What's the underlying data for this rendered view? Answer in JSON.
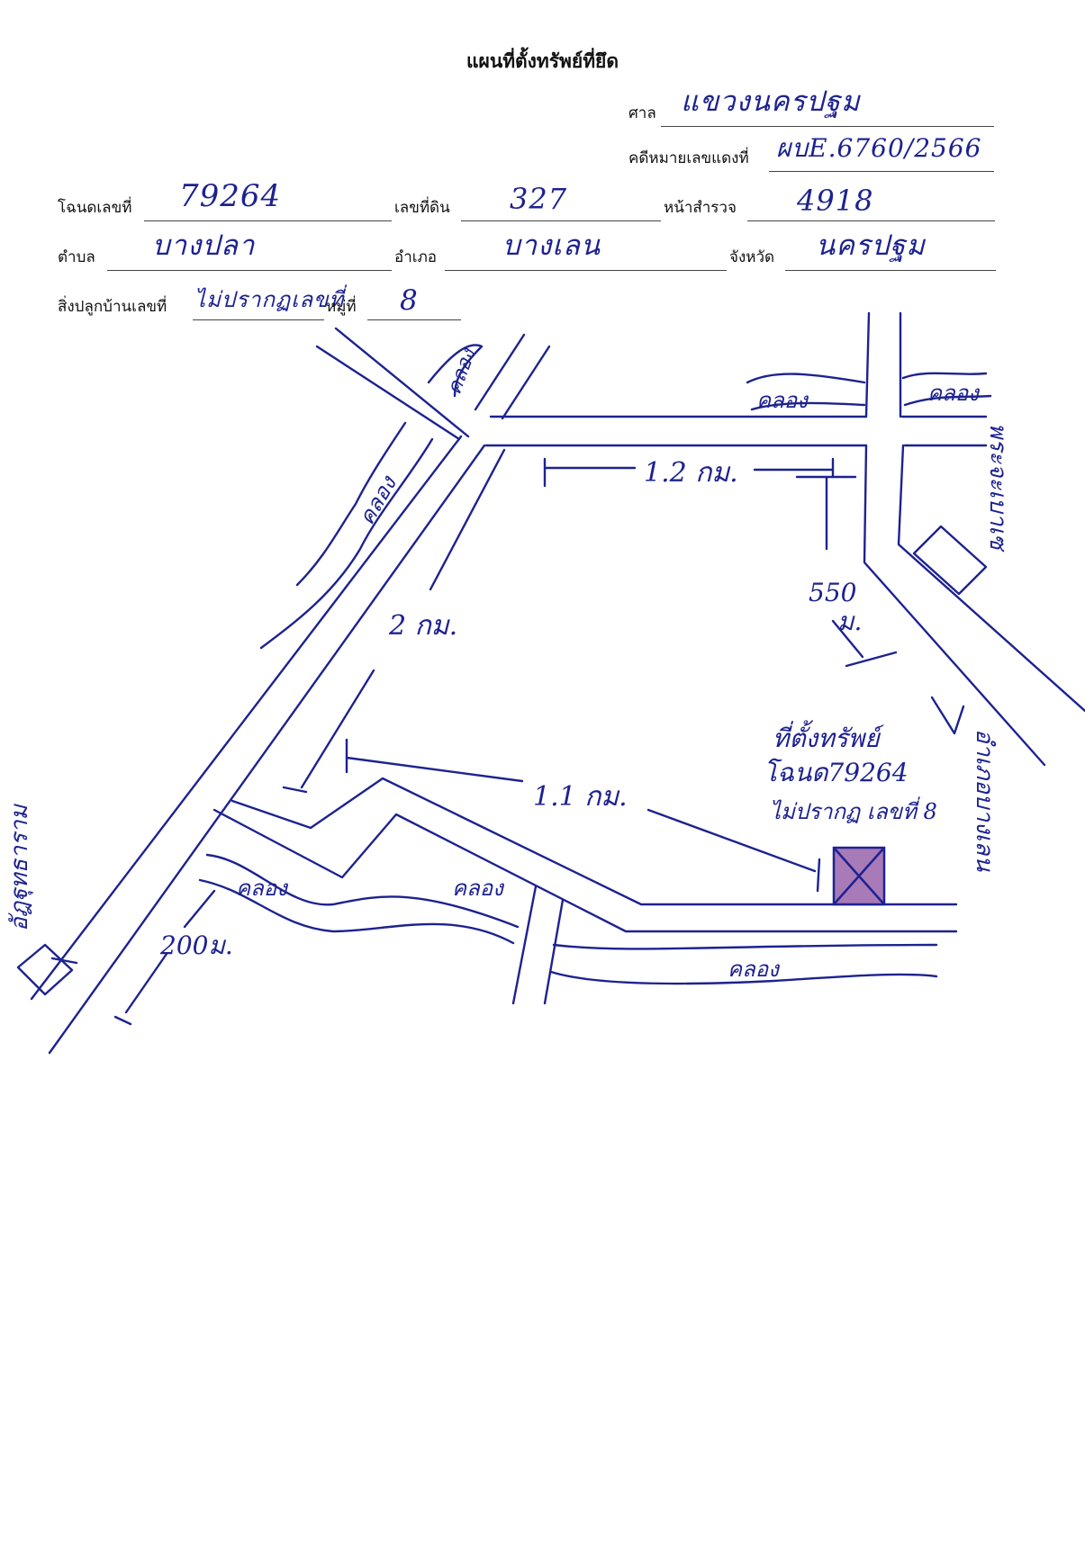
{
  "header": {
    "title": "แผนที่ตั้งทรัพย์ที่ยึด"
  },
  "form": {
    "court": {
      "label": "ศาล",
      "value": "แขวงนครปฐม"
    },
    "case_no": {
      "label": "คดีหมายเลขแดงที่",
      "value": "ผบE.6760/2566"
    },
    "deed_no": {
      "label": "โฉนดเลขที่",
      "value": "79264"
    },
    "land_no": {
      "label": "เลขที่ดิน",
      "value": "327"
    },
    "survey_page": {
      "label": "หน้าสำรวจ",
      "value": "4918"
    },
    "subdistrict": {
      "label": "ตำบล",
      "value": "บางปลา"
    },
    "district": {
      "label": "อำเภอ",
      "value": "บางเลน"
    },
    "province": {
      "label": "จังหวัด",
      "value": "นครปฐม"
    },
    "house_no": {
      "label": "สิ่งปลูกบ้านเลขที่",
      "value": "ไม่ปรากฏเลขที่"
    },
    "village": {
      "label": "หมู่ที่",
      "value": "8"
    }
  },
  "map": {
    "canal_label": "คลอง",
    "dist_1_2": "1.2 กม.",
    "dist_2": "2 กม.",
    "dist_1_1": "1.1 กม.",
    "dist_550": "550",
    "dist_550_unit": "ม.",
    "dist_200": "200ม.",
    "road_right": "พระจะเบาเซ",
    "district_right": "อำเภอบางเลน",
    "temple": "อัฎฐุทธาราม",
    "location_line1": "ที่ตั้งทรัพย์",
    "location_line2": "โฉนด79264",
    "location_line3": "ไม่ปรากฏ เลขที่ 8",
    "colors": {
      "ink": "#1d2290",
      "property_fill": "#a87ab8"
    }
  }
}
